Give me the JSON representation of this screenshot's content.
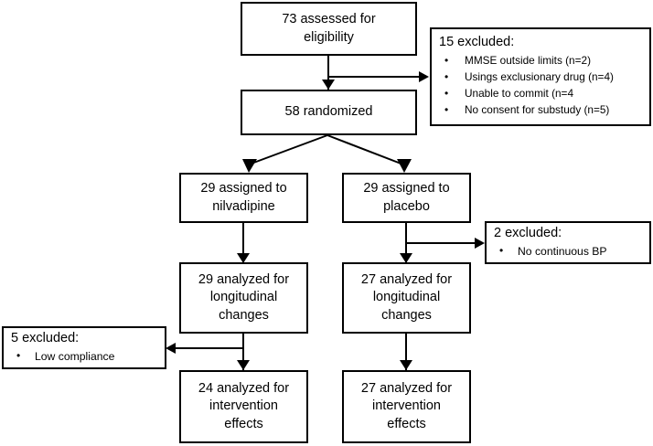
{
  "diagram": {
    "type": "consort-flow-diagram",
    "nodes": {
      "assessed": {
        "text": "73 assessed for\neligibility",
        "count": 73
      },
      "randomized": {
        "text": "58 randomized",
        "count": 58
      },
      "assigned_nilvadipine": {
        "text": "29 assigned to\nnilvadipine",
        "count": 29
      },
      "assigned_placebo": {
        "text": "29 assigned to\nplacebo",
        "count": 29
      },
      "longitudinal_nilvadipine": {
        "text": "29 analyzed for\nlongitudinal\nchanges",
        "count": 29
      },
      "longitudinal_placebo": {
        "text": "27 analyzed for\nlongitudinal\nchanges",
        "count": 27
      },
      "intervention_nilvadipine": {
        "text": "24 analyzed for\nintervention\neffects",
        "count": 24
      },
      "intervention_placebo": {
        "text": "27 analyzed for\nintervention\neffects",
        "count": 27
      }
    },
    "exclusions": {
      "screening": {
        "title": "15 excluded:",
        "count": 15,
        "reasons": [
          "MMSE outside limits (n=2)",
          "Usings exclusionary drug (n=4)",
          "Unable to commit (n=4",
          "No consent for substudy (n=5)"
        ]
      },
      "placebo_arm": {
        "title": "2 excluded:",
        "count": 2,
        "reasons": [
          "No continuous BP"
        ]
      },
      "nilvadipine_arm": {
        "title": "5 excluded:",
        "count": 5,
        "reasons": [
          "Low compliance"
        ]
      }
    },
    "colors": {
      "stroke": "#000000",
      "background": "#ffffff",
      "text": "#000000"
    }
  }
}
